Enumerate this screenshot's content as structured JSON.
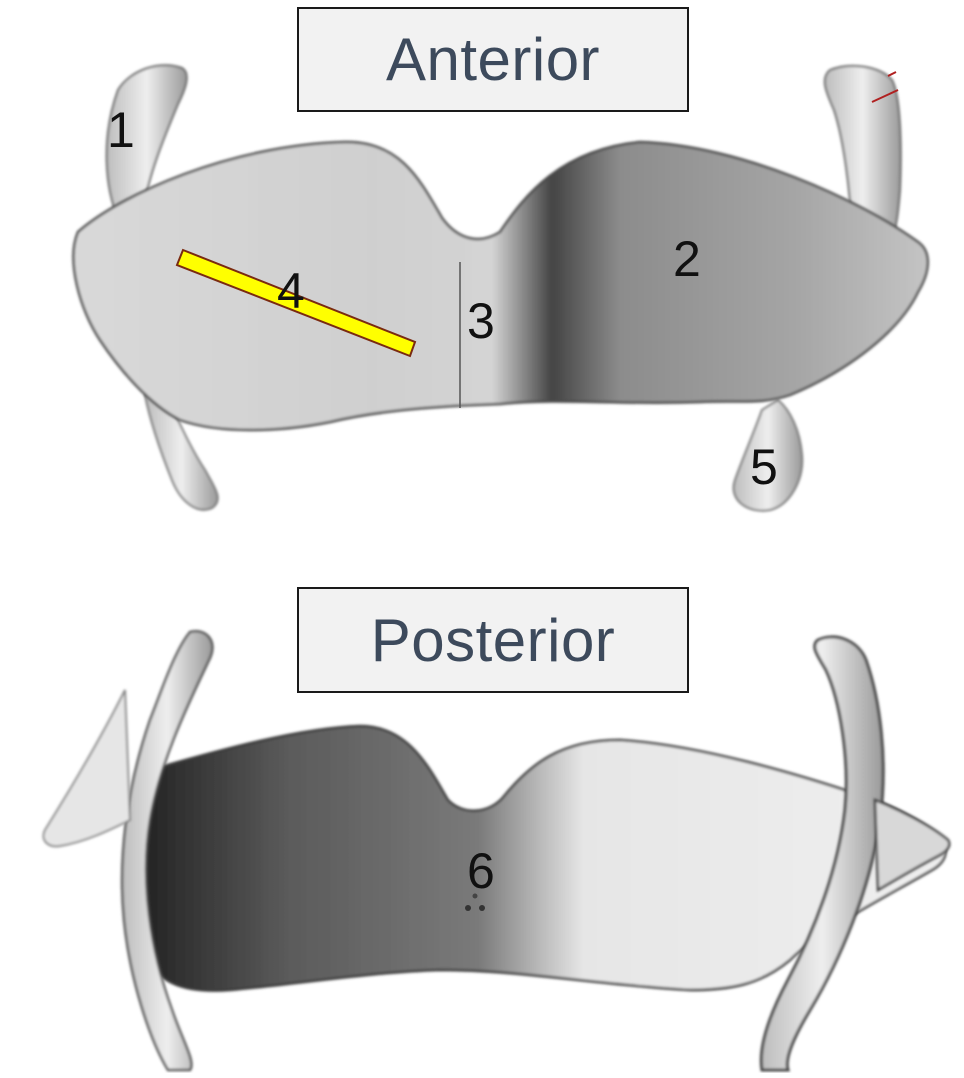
{
  "titles": {
    "top": "Anterior",
    "bottom": "Posterior"
  },
  "labels": {
    "n1": "1",
    "n2": "2",
    "n3": "3",
    "n4": "4",
    "n5": "5",
    "n6": "6"
  },
  "colors": {
    "cartilage_light": "#e8e8e8",
    "cartilage_mid": "#b9b9b9",
    "cartilage_dark": "#3a3a3a",
    "marker_fill": "#ffff00",
    "marker_stroke": "#7a2a10",
    "title_text": "#3d4a5c",
    "title_bg": "#f2f2f2"
  }
}
